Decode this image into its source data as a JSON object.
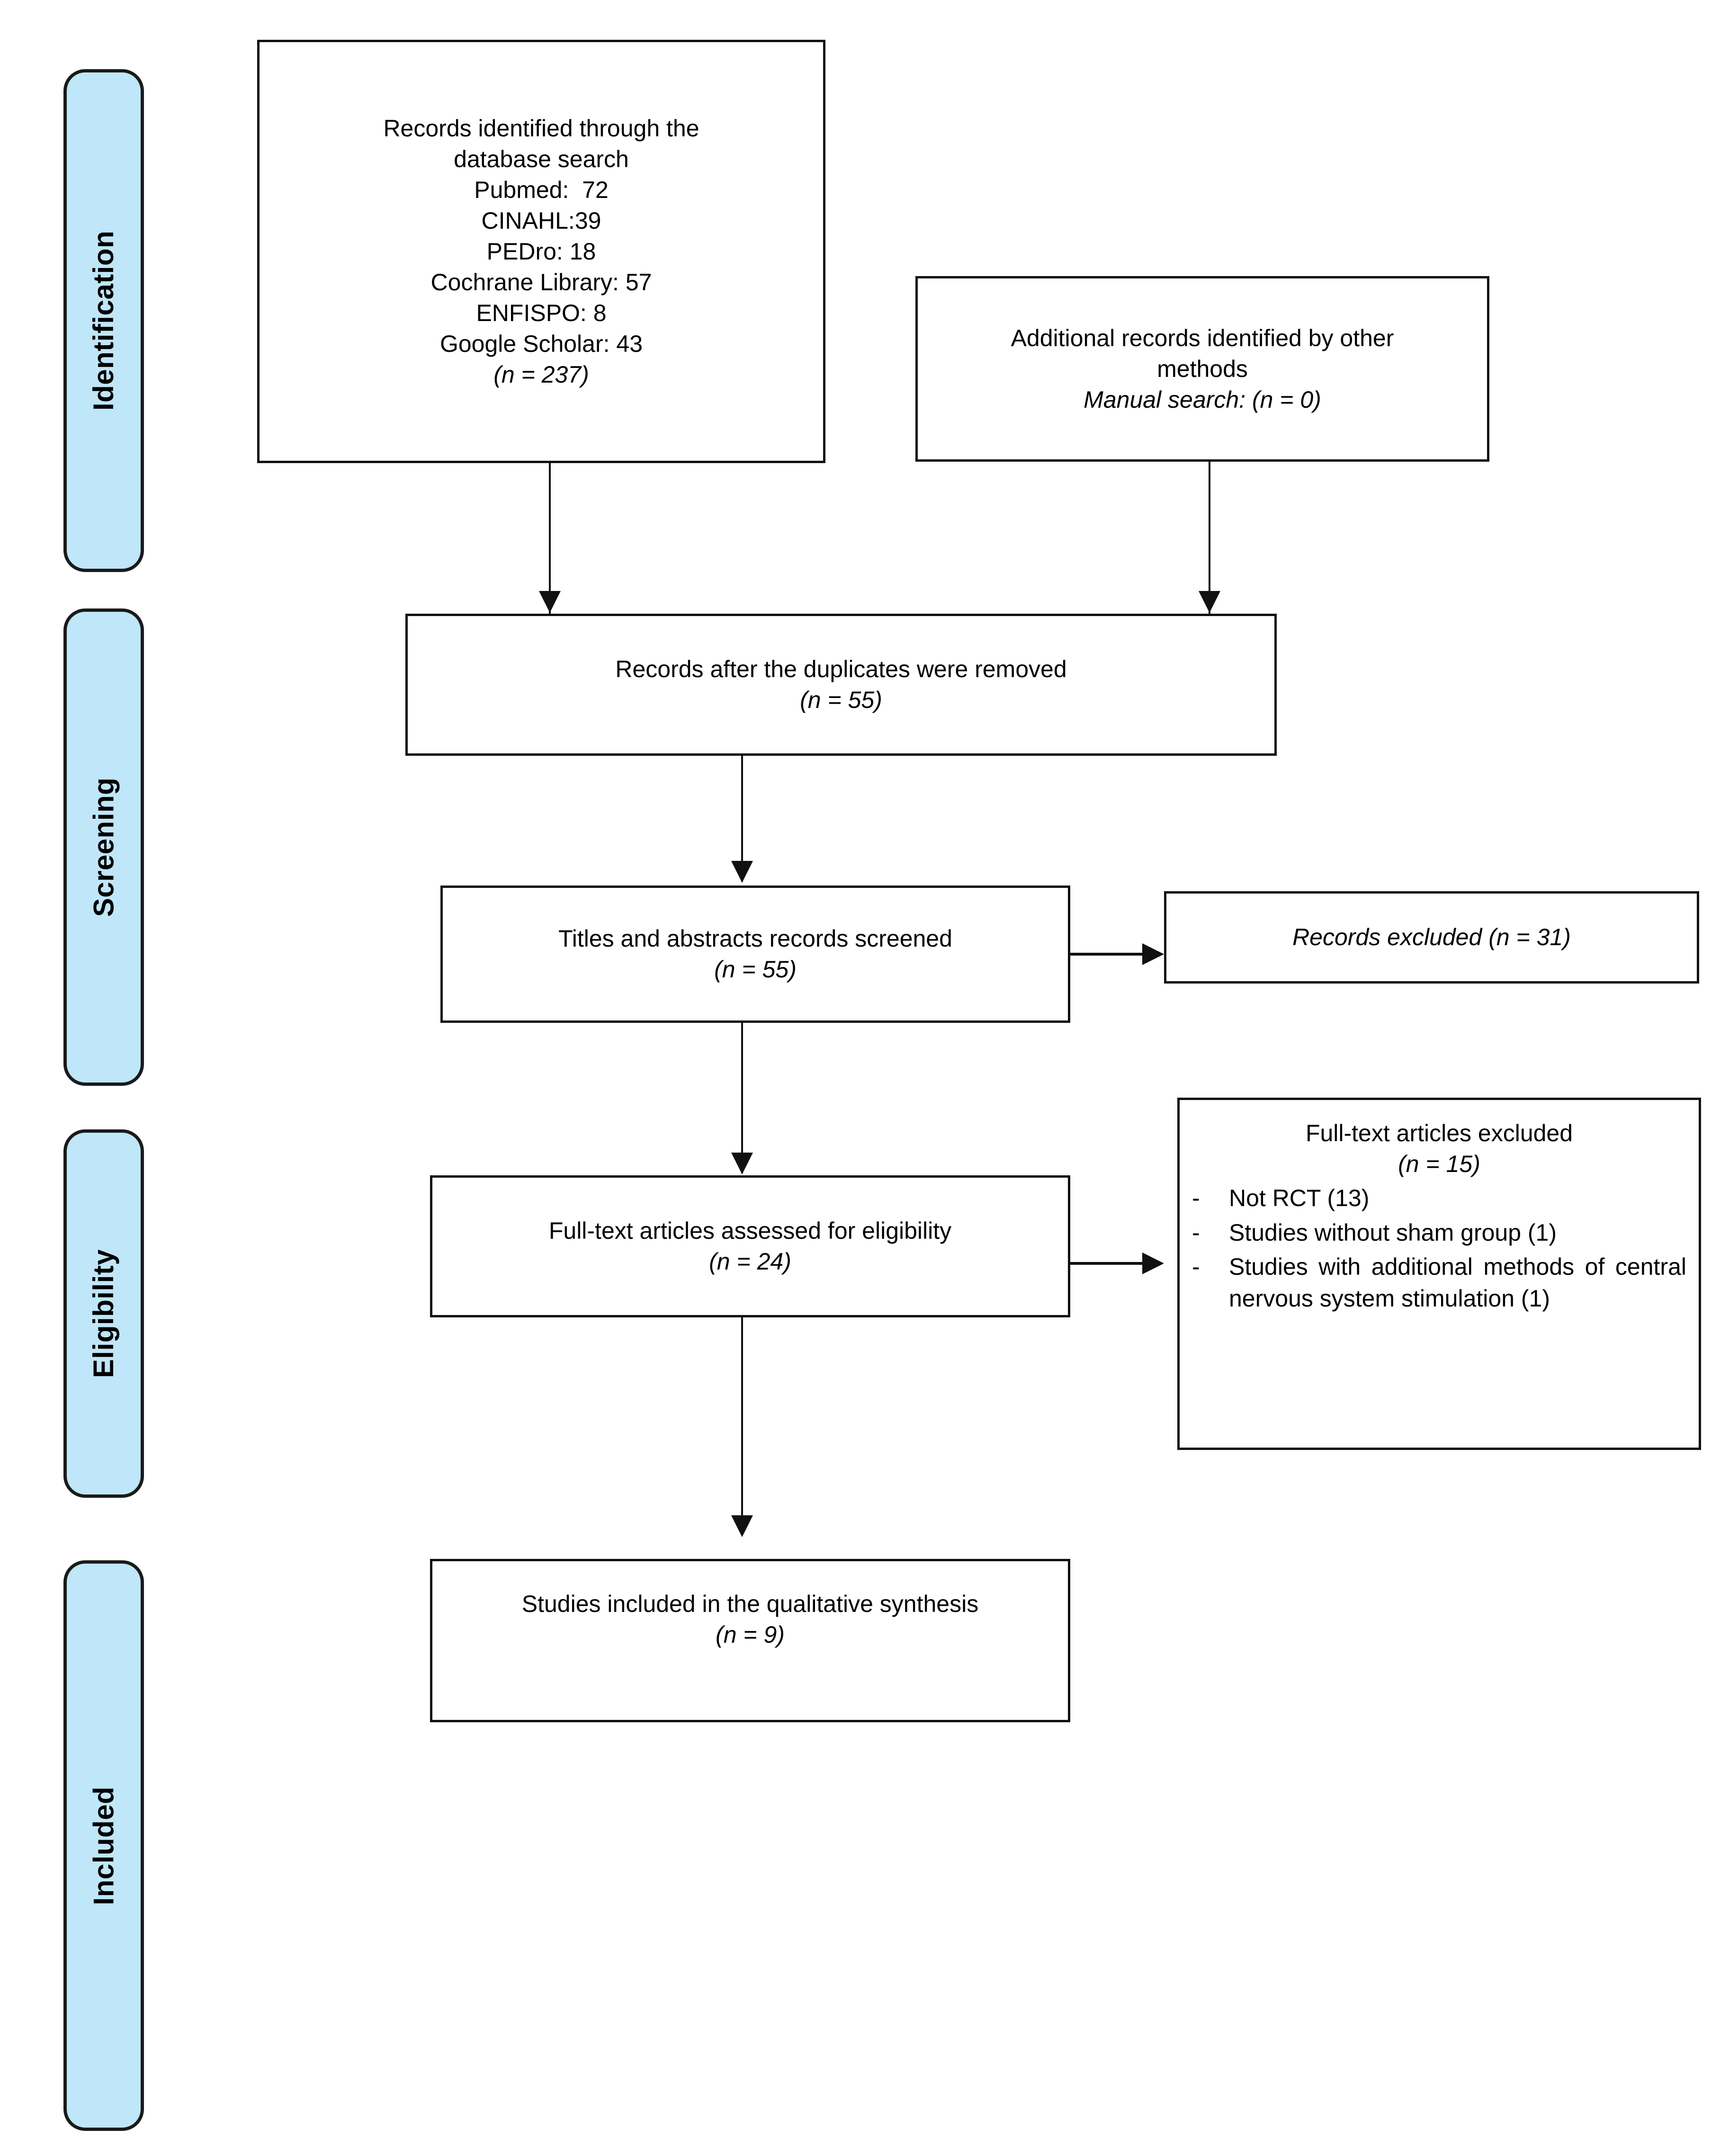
{
  "diagram": {
    "title": "PRISMA flow diagram",
    "phases": [
      {
        "id": "identification",
        "label": "Identification"
      },
      {
        "id": "screening",
        "label": "Screening"
      },
      {
        "id": "eligibility",
        "label": "Eligibility"
      },
      {
        "id": "included",
        "label": "Included"
      }
    ],
    "colors": {
      "phase_fill": "#BFE6F9",
      "phase_border": "#1a1a1a",
      "box_border": "#111111",
      "background": "#ffffff",
      "text": "#000000"
    },
    "boxes": {
      "database_search": {
        "name": "records-identified-database-search",
        "lines": [
          "Records identified through the",
          "database search",
          "Pubmed:  72",
          "CINAHL:39",
          "PEDro: 18",
          "Cochrane Library: 57",
          "ENFISPO: 8",
          "Google Scholar: 43",
          "(n = 237)"
        ],
        "total": "(n = 237)",
        "sources": [
          {
            "name": "Pubmed",
            "count": 72
          },
          {
            "name": "CINAHL",
            "count": 39
          },
          {
            "name": "PEDro",
            "count": 18
          },
          {
            "name": "Cochrane Library",
            "count": 57
          },
          {
            "name": "ENFISPO",
            "count": 8
          },
          {
            "name": "Google Scholar",
            "count": 43
          }
        ]
      },
      "other_methods": {
        "name": "additional-records-other-methods",
        "lines": [
          "Additional records identified by other",
          "methods",
          "Manual search: (n = 0)"
        ]
      },
      "duplicates_removed": {
        "name": "records-after-duplicates-removed",
        "lines": [
          "Records after the duplicates were removed",
          "(n = 55)"
        ]
      },
      "screened": {
        "name": "titles-abstracts-screened",
        "lines": [
          "Titles and abstracts records screened",
          "(n = 55)"
        ]
      },
      "records_excluded": {
        "name": "records-excluded",
        "lines": [
          "Records excluded (n = 31)"
        ]
      },
      "eligibility_assessed": {
        "name": "full-text-assessed-eligibility",
        "lines": [
          "Full-text articles assessed for eligibility",
          "(n = 24)"
        ]
      },
      "fulltext_excluded": {
        "name": "full-text-articles-excluded",
        "heading": "Full-text articles excluded",
        "count": "(n = 15)",
        "reasons": [
          {
            "dash": "-",
            "text": "Not RCT (13)",
            "justified": false
          },
          {
            "dash": "-",
            "text": "Studies without sham group (1)",
            "justified": false
          },
          {
            "dash": "-",
            "text": "Studies with additional methods of central nervous system stimulation (1)",
            "justified": true
          }
        ]
      },
      "included_synthesis": {
        "name": "studies-included-qualitative-synthesis",
        "lines": [
          "Studies included in the qualitative synthesis",
          "(n = 9)"
        ]
      }
    }
  }
}
